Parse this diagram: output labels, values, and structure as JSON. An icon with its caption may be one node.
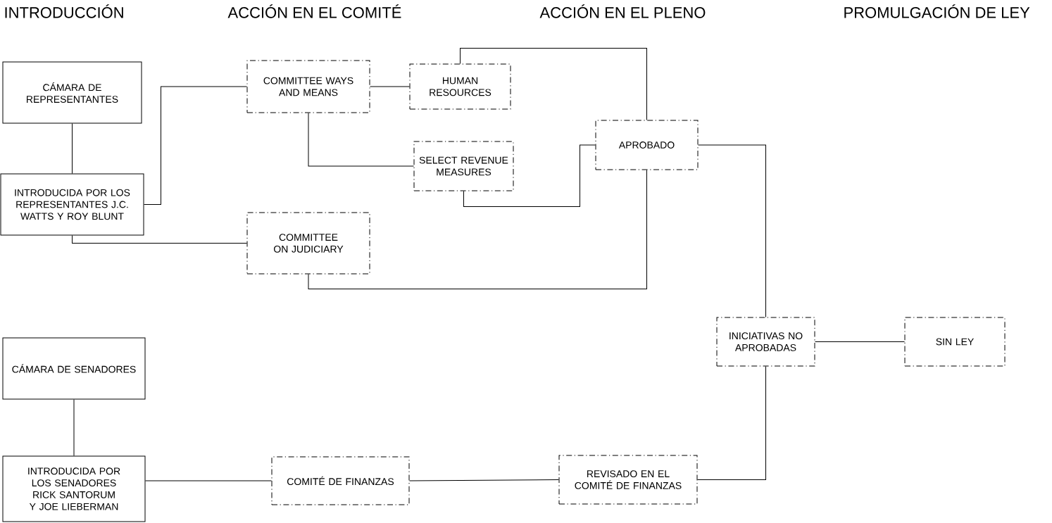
{
  "diagram": {
    "nodes": [
      {
        "text": [
          "CÁMARA DE REPRESENTANTES"
        ]
      },
      {
        "text": [
          "INTRODUCIDA POR LOS REPRESENTANTES J.C. WATTS Y ROY BLUNT"
        ]
      },
      {
        "text": [
          "COMMITTEE WAYS AND MEANS"
        ]
      },
      {
        "text": [
          "HUMAN RESOURCES"
        ]
      },
      {
        "text": [
          "SELECT REVENUE MEASURES"
        ]
      },
      {
        "text": [
          "COMMITTEE ON JUDICIARY"
        ]
      },
      {
        "text": [
          "APROBADO"
        ]
      },
      {
        "text": [
          "CÁMARA DE SENADORES"
        ]
      },
      {
        "text": [
          "INTRODUCIDA POR LOS SENADORES RICK SANTORUM Y JOE LIEBERMAN"
        ]
      },
      {
        "text": [
          "COMITÉ DE FINANZAS"
        ]
      },
      {
        "text": [
          "REVISADO EN EL COMITÉ DE FINANZAS"
        ]
      },
      {
        "text": [
          "INICIATIVAS NO APROBADAS"
        ]
      },
      {
        "text": [
          "SIN LEY"
        ]
      }
    ],
    "edges": [
      {
        "from": 0,
        "to": 1,
        "arrow": "none"
      },
      {
        "from": 1,
        "to": 2,
        "arrow": "none"
      },
      {
        "from": 1,
        "to": 5,
        "arrow": "none"
      },
      {
        "from": 2,
        "to": 3,
        "arrow": "none"
      },
      {
        "from": 2,
        "to": 4,
        "arrow": "none"
      },
      {
        "from": 3,
        "to": 6,
        "arrow": "none"
      },
      {
        "from": 4,
        "to": 6,
        "arrow": "none"
      },
      {
        "from": 5,
        "to": 6,
        "arrow": "none"
      },
      {
        "from": 6,
        "to": 11,
        "arrow": "none"
      },
      {
        "from": 11,
        "to": 12,
        "arrow": "none"
      },
      {
        "from": 7,
        "to": 8,
        "arrow": "none"
      },
      {
        "from": 8,
        "to": 9,
        "arrow": "none"
      },
      {
        "from": 9,
        "to": 10,
        "arrow": "none"
      },
      {
        "from": 10,
        "to": 11,
        "arrow": "none"
      }
    ],
    "labels": [
      "INTRODUCCIÓN",
      "ACCIÓN EN EL COMITÉ",
      "ACCIÓN EN EL PLENO",
      "PROMULGACIÓN DE LEY"
    ]
  }
}
